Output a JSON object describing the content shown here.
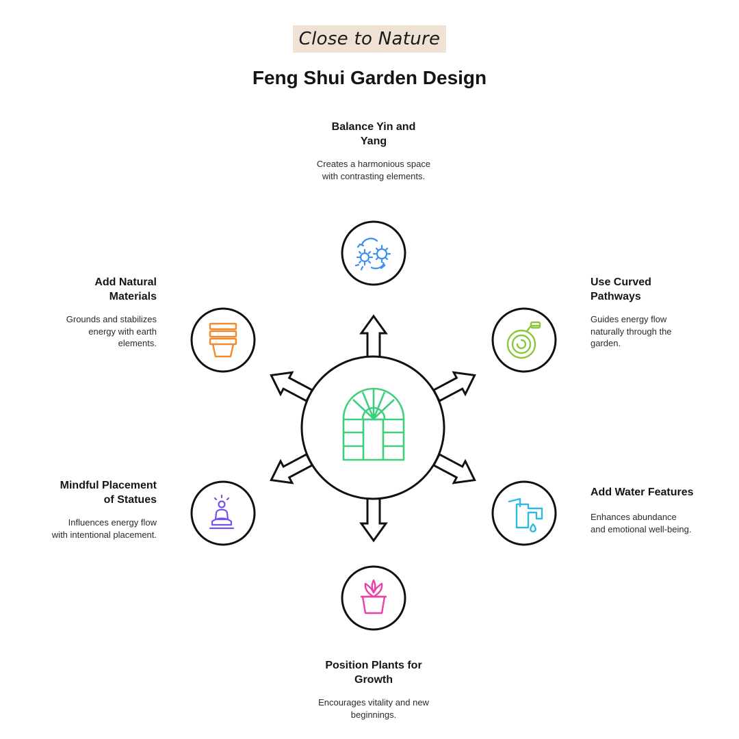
{
  "tag": "Close to Nature",
  "title": "Feng Shui Garden Design",
  "center": {
    "icon": "arched-greenhouse-window-icon",
    "color": "#3ecf7d"
  },
  "nodes": [
    {
      "key": "yin_yang",
      "label": "Balance Yin and Yang",
      "desc": "Creates a harmonious space with contrasting elements.",
      "icon": "gears-icon",
      "color": "#3b8ef0"
    },
    {
      "key": "curved",
      "label": "Use Curved Pathways",
      "desc": "Guides energy flow naturally through the garden.",
      "icon": "garden-hose-icon",
      "color": "#8cc63f"
    },
    {
      "key": "water",
      "label": "Add Water Features",
      "desc": "Enhances abundance and emotional well-being.",
      "icon": "faucet-icon",
      "color": "#2fb8e6"
    },
    {
      "key": "plants",
      "label": "Position Plants for Growth",
      "desc": "Encourages vitality and new beginnings.",
      "icon": "potted-plant-icon",
      "color": "#ec3fa7"
    },
    {
      "key": "statues",
      "label": "Mindful Placement of Statues",
      "desc": "Influences energy flow with intentional placement.",
      "icon": "meditating-statue-icon",
      "color": "#7a4ff0"
    },
    {
      "key": "materials",
      "label": "Add Natural Materials",
      "desc": "Grounds and stabilizes energy with earth elements.",
      "icon": "stacked-pots-icon",
      "color": "#f08a2c"
    }
  ]
}
